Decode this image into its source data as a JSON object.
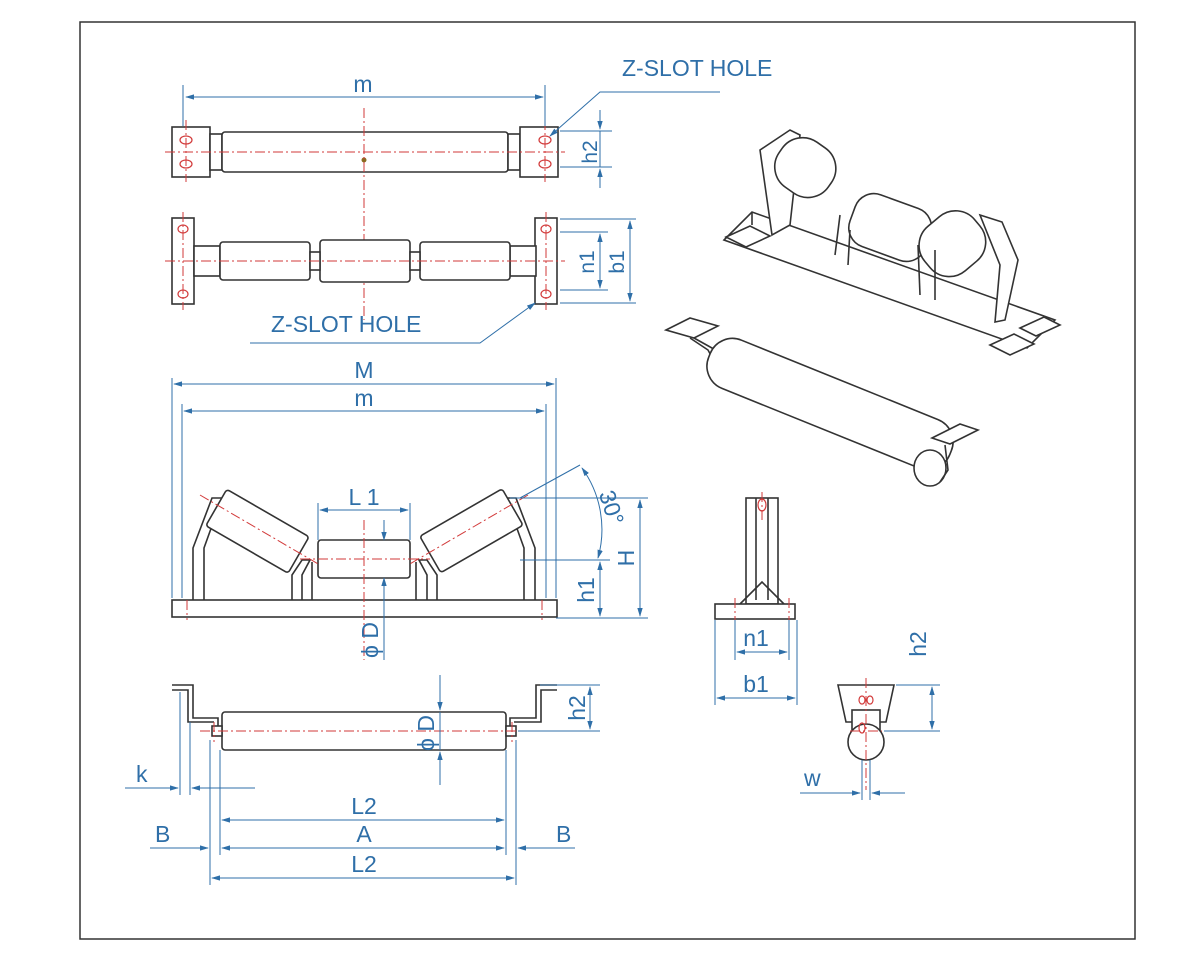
{
  "labels": {
    "zslot_top": "Z-SLOT HOLE",
    "zslot_mid": "Z-SLOT HOLE",
    "m_top": "m",
    "h2_top": "h2",
    "n1_top": "n1",
    "b1_top": "b1",
    "M": "M",
    "m_front": "m",
    "L1": "L 1",
    "angle": "30°",
    "H": "H",
    "h1": "h1",
    "phiD_front": "ϕ D",
    "h2_return": "h2",
    "phiD_return": "ϕ D",
    "k": "k",
    "L2_inner": "L2",
    "B_left": "B",
    "A": "A",
    "B_right": "B",
    "L2_outer": "L2",
    "n1_side": "n1",
    "b1_side": "b1",
    "h2_side": "h2",
    "w": "w"
  }
}
